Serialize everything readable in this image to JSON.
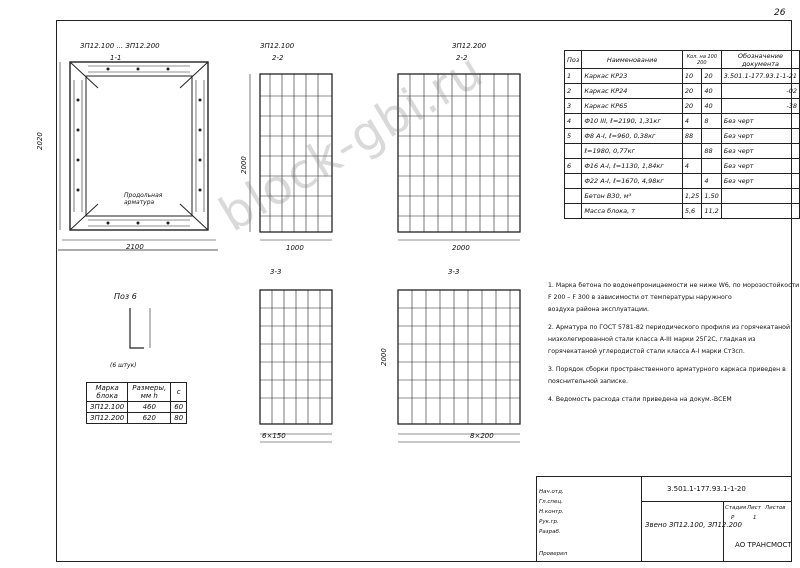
{
  "page_number": "26",
  "drawing_labels": {
    "left_title": "ЗП12.100 ... ЗП12.200",
    "section_11": "1-1",
    "mid_title": "ЗП12.100",
    "section_22a": "2-2",
    "right_title": "ЗП12.200",
    "section_22b": "2-2",
    "section_33a": "3-3",
    "section_33b": "3-3",
    "pos6_title": "Поз 6",
    "pos6_note": "(6 штук)",
    "rebar_note": "Продольная арматура"
  },
  "spec_table": {
    "headers": [
      "Поз",
      "Наименование",
      "Кол. на 100 200",
      "Обозначение документа"
    ],
    "rows": [
      [
        "1",
        "Каркас КР23",
        "10",
        "20",
        "3.501.1-177.93.1-1-21"
      ],
      [
        "2",
        "Каркас КР24",
        "20",
        "40",
        "-02"
      ],
      [
        "3",
        "Каркас КР65",
        "20",
        "40",
        "-38"
      ],
      [
        "4",
        "Ф10 III, ℓ=2190, 1,31кг",
        "4",
        "8",
        "Без черт"
      ],
      [
        "5",
        "Ф8 А-I, ℓ=960, 0,38кг",
        "88",
        "",
        "Без черт"
      ],
      [
        "",
        "ℓ=1980, 0,77кг",
        "",
        "88",
        "Без черт"
      ],
      [
        "6",
        "Ф16 А-I, ℓ=1130, 1,84кг",
        "4",
        "",
        "Без черт"
      ],
      [
        "",
        "Ф22 А-I, ℓ=1670, 4,98кг",
        "",
        "4",
        "Без черт"
      ],
      [
        "",
        "Бетон В30, м³",
        "1,25",
        "1,50",
        ""
      ],
      [
        "",
        "Масса блока, т",
        "5,6",
        "11,2",
        ""
      ]
    ]
  },
  "pos6_table": {
    "headers": [
      "Марка блока",
      "Размеры, мм h",
      "c"
    ],
    "rows": [
      [
        "ЗП12.100",
        "460",
        "60"
      ],
      [
        "ЗП12.200",
        "620",
        "80"
      ]
    ]
  },
  "notes": [
    "1. Марка бетона по водонепроницаемости не ниже W6, по морозостойкости",
    "    F 200 – F 300 в зависимости от                 температуры наружного",
    "    воздуха района эксплуатации.",
    "2. Арматура по ГОСТ 5781-82 периодического профиля из горячекатаной",
    "    низколегированной стали класса А-III марки 25Г2С, гладкая из",
    "    горячекатаной углеродистой стали класса А-I марки Ст3сп.",
    "3. Порядок сборки пространственного арматурного каркаса приведен в",
    "    пояснительной записке.",
    "4. Ведомость расхода стали приведена на докум.-ВСЕМ"
  ],
  "title_block": {
    "code": "3.501.1-177.93.1-1-20",
    "name": "Звено ЗП12.100, ЗП12.200",
    "stage_h": "Стадия",
    "sheet_h": "Лист",
    "sheets_h": "Листов",
    "stage": "Р",
    "sheet": "1",
    "org": "АО ТРАНСМОСТ",
    "rows": [
      "Нач.отд.",
      "Гл.спец.",
      "Н.контр.",
      "Рук.гр.",
      "Разраб.",
      "Проверил"
    ]
  },
  "dims": {
    "w2100": "2100",
    "w1000": "1000",
    "w2000": "2000",
    "h2020": "2020",
    "h2000a": "2000",
    "h2000b": "2000",
    "pitch150": "6×150",
    "pitch200": "8×200"
  },
  "watermark": "block-gbi.ru"
}
